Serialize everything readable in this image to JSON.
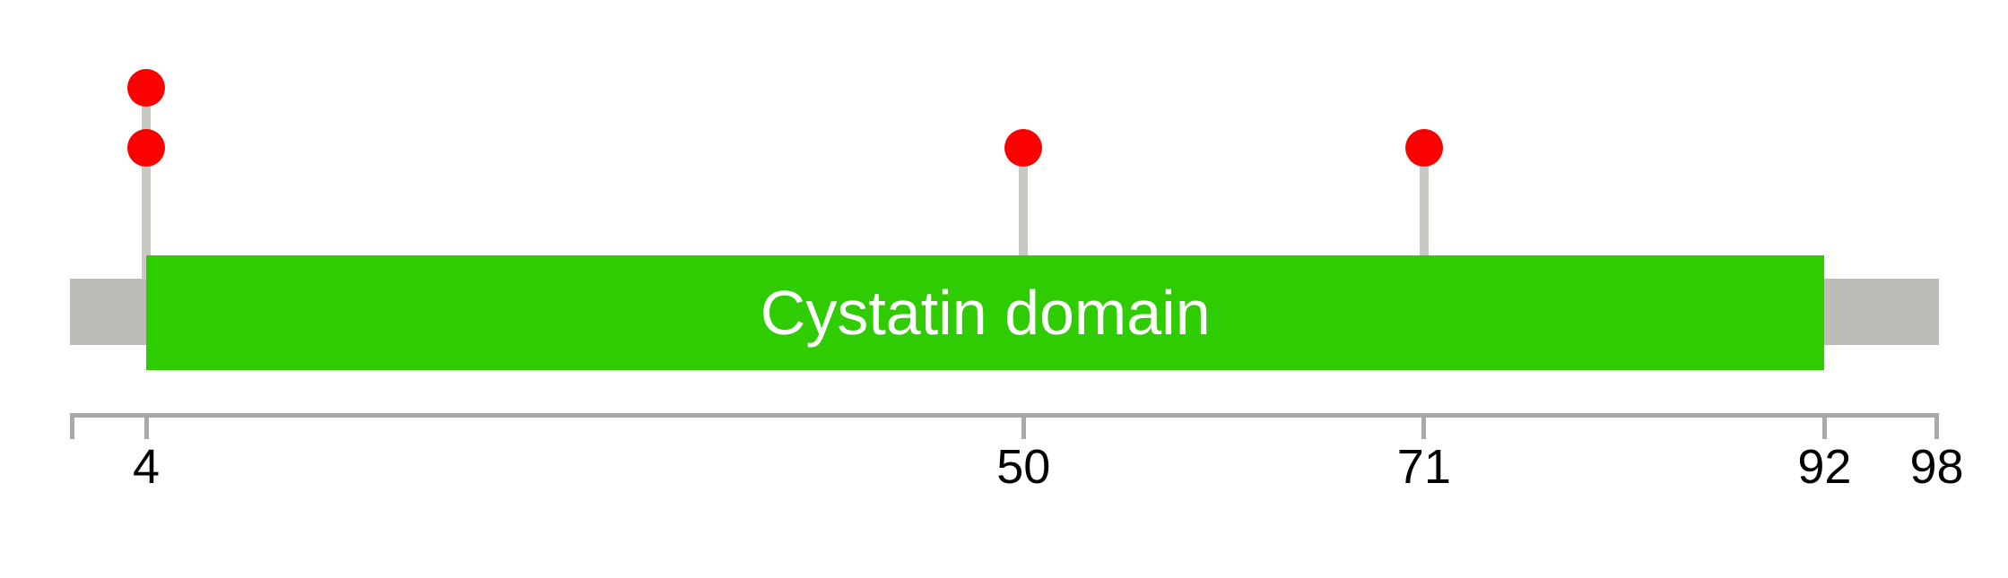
{
  "chart_data": {
    "type": "lollipop",
    "title": "",
    "description": "Protein domain lollipop mutation plot",
    "axis": {
      "min": 0,
      "max": 98,
      "ticks": [
        {
          "pos": 4,
          "label": "4"
        },
        {
          "pos": 50,
          "label": "50"
        },
        {
          "pos": 71,
          "label": "71"
        },
        {
          "pos": 92,
          "label": "92"
        },
        {
          "pos": 98,
          "label": "98"
        }
      ],
      "color": "#A9A9A9",
      "label_color": "#000000"
    },
    "backbone": {
      "start": 0,
      "end": 98,
      "color": "#BCBDB7"
    },
    "domains": [
      {
        "label": "Cystatin domain",
        "start": 4,
        "end": 92,
        "fill": "#2ECC00",
        "text_color": "#FFFFFF"
      }
    ],
    "mutations": [
      {
        "position": 4,
        "count": 2
      },
      {
        "position": 50,
        "count": 1
      },
      {
        "position": 71,
        "count": 1
      }
    ],
    "marker": {
      "fill": "#FC0000",
      "stem_color": "#C7C9C3"
    }
  }
}
